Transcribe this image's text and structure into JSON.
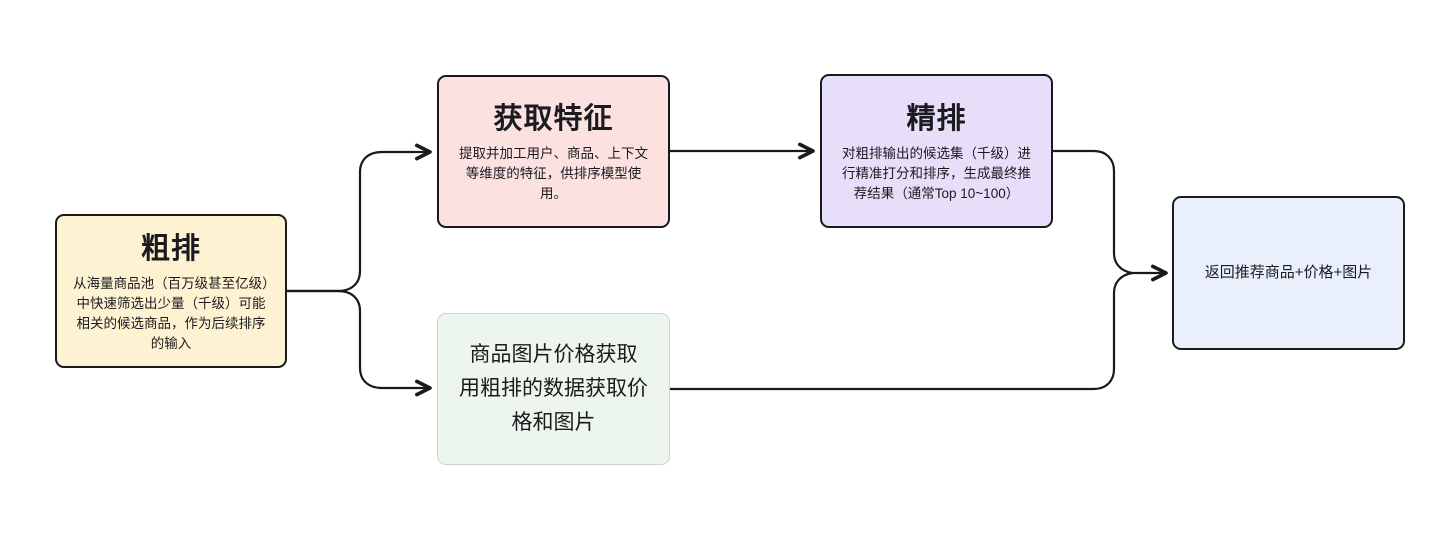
{
  "canvas": {
    "background": "#ffffff"
  },
  "diagram": {
    "edge_color": "#1a1a1a",
    "nodes": {
      "coarse": {
        "title": "粗排",
        "body": "从海量商品池（百万级甚至亿级）中快速筛选出少量（千级）可能相关的候选商品，作为后续排序的输入",
        "fill": "#fdf3d2",
        "border": "#1a1a1a"
      },
      "features": {
        "title": "获取特征",
        "body": "提取并加工用户、商品、上下文等维度的特征，供排序模型使用。",
        "fill": "#fce1e1",
        "border": "#1a1a1a"
      },
      "fine": {
        "title": "精排",
        "body": "对粗排输出的候选集（千级）进行精准打分和排序，生成最终推荐结果（通常Top 10~100）",
        "fill": "#e7defa",
        "border": "#1a1a1a"
      },
      "fetch": {
        "title": "商品图片价格获取",
        "body": "用粗排的数据获取价格和图片",
        "fill": "#edf6ec",
        "border": "#c9d6c8"
      },
      "result": {
        "label": "返回推荐商品+价格+图片",
        "fill": "#e9f0fb",
        "border": "#1a1a1a"
      }
    },
    "edges": [
      {
        "from": "粗排",
        "to": "获取特征"
      },
      {
        "from": "粗排",
        "to": "商品图片价格获取"
      },
      {
        "from": "获取特征",
        "to": "精排"
      },
      {
        "from": "精排",
        "to": "返回推荐商品+价格+图片"
      },
      {
        "from": "商品图片价格获取",
        "to": "返回推荐商品+价格+图片"
      }
    ]
  }
}
